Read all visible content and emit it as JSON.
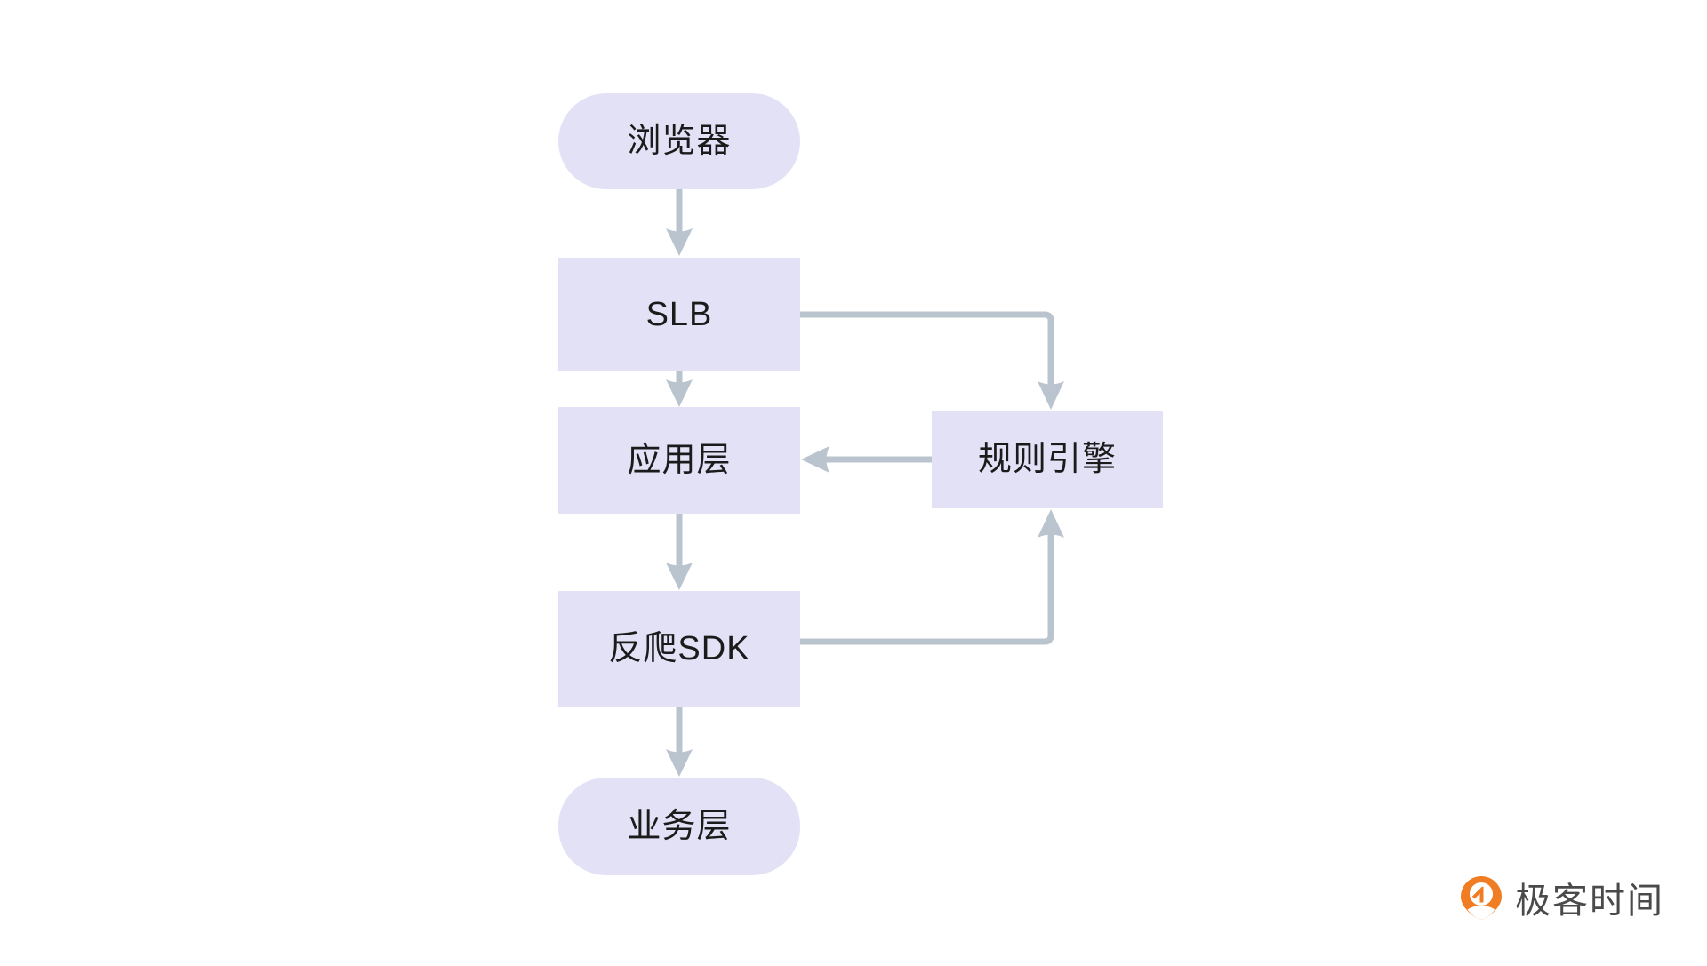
{
  "diagram": {
    "type": "flowchart",
    "direction": "top-to-bottom",
    "background_color": "#ffffff",
    "node_fill_color": "#e3e1f6",
    "node_text_color": "#1b1b1b",
    "connector_color": "#bac4ce",
    "nodes": [
      {
        "id": "browser",
        "label": "浏览器",
        "shape": "stadium"
      },
      {
        "id": "slb",
        "label": "SLB",
        "shape": "rectangle"
      },
      {
        "id": "app",
        "label": "应用层",
        "shape": "rectangle"
      },
      {
        "id": "sdk",
        "label": "反爬SDK",
        "shape": "rectangle"
      },
      {
        "id": "business",
        "label": "业务层",
        "shape": "stadium"
      },
      {
        "id": "rule",
        "label": "规则引擎",
        "shape": "rectangle"
      }
    ],
    "edges": [
      {
        "from": "browser",
        "to": "slb",
        "label": "",
        "routing": "straight-down"
      },
      {
        "from": "slb",
        "to": "app",
        "label": "",
        "routing": "straight-down"
      },
      {
        "from": "app",
        "to": "sdk",
        "label": "",
        "routing": "straight-down"
      },
      {
        "from": "sdk",
        "to": "business",
        "label": "",
        "routing": "straight-down"
      },
      {
        "from": "slb",
        "to": "rule",
        "label": "",
        "routing": "right-then-down"
      },
      {
        "from": "rule",
        "to": "app",
        "label": "",
        "routing": "straight-left"
      },
      {
        "from": "sdk",
        "to": "rule",
        "label": "",
        "routing": "right-then-up"
      }
    ]
  },
  "watermark": {
    "brand_text": "极客时间",
    "mark_color": "#f07c24",
    "text_color": "#4a4a4a"
  }
}
